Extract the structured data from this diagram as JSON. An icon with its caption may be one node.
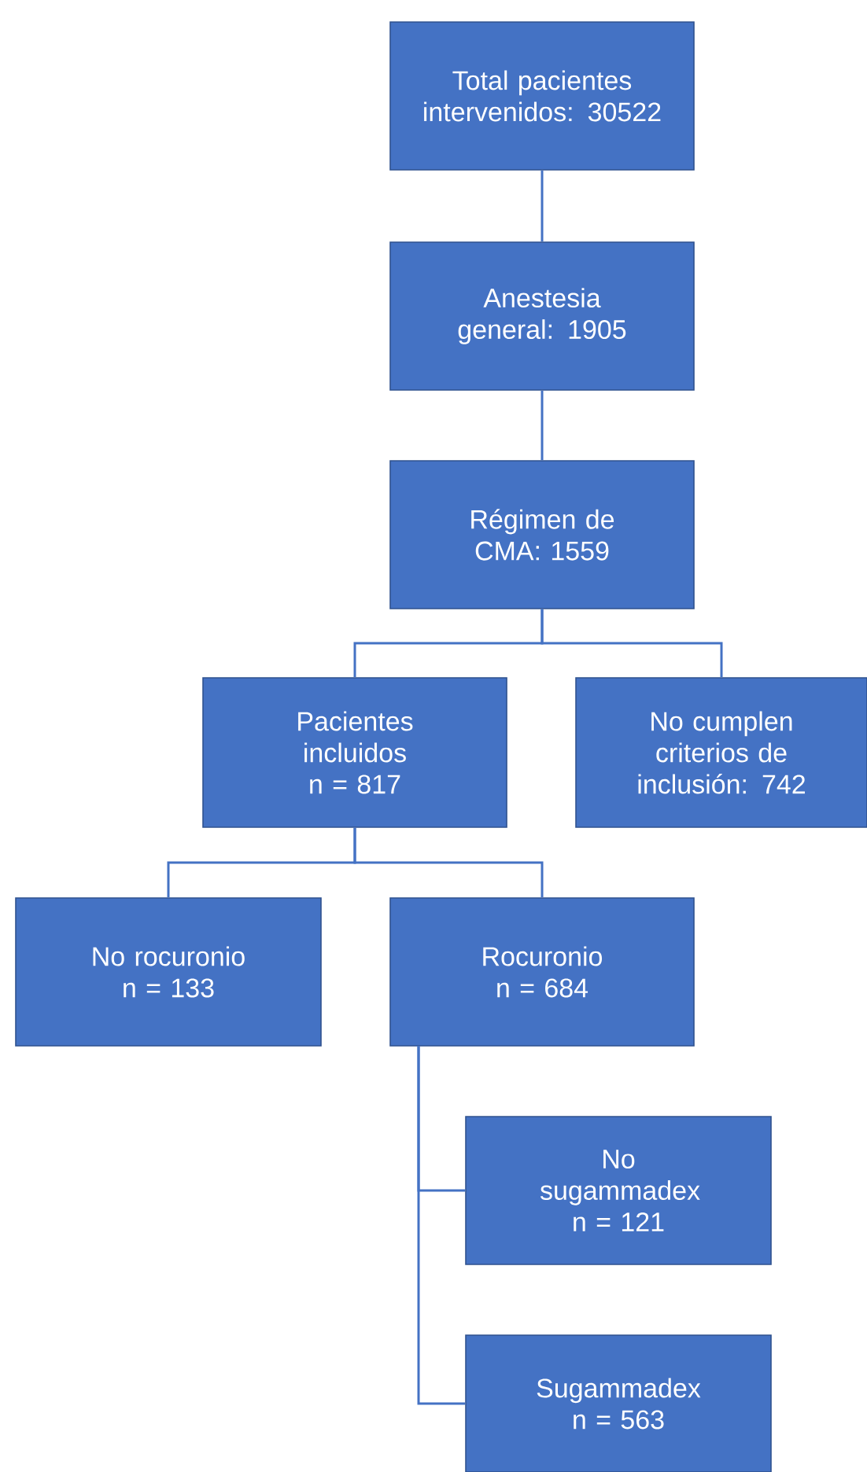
{
  "diagram": {
    "nodes": [
      {
        "text": [
          "Total pacientes intervenidos: 30522"
        ]
      },
      {
        "text": [
          "Anestesia general: 1905"
        ]
      },
      {
        "text": [
          "Régimen de CMA: 1559"
        ]
      },
      {
        "text": [
          "Pacientes incluidos",
          "n = 817"
        ]
      },
      {
        "text": [
          "No cumplen criterios de inclusión: 742"
        ]
      },
      {
        "text": [
          "No rocuronio",
          "n = 133"
        ]
      },
      {
        "text": [
          "Rocuronio",
          "n = 684"
        ]
      },
      {
        "text": [
          "No sugammadex",
          "n = 121"
        ]
      },
      {
        "text": [
          "Sugammadex",
          "n = 563"
        ]
      }
    ],
    "edges": [
      {
        "from": 0,
        "to": 1,
        "arrow": "none"
      },
      {
        "from": 1,
        "to": 2,
        "arrow": "none"
      },
      {
        "from": 2,
        "to": 3,
        "arrow": "none"
      },
      {
        "from": 2,
        "to": 4,
        "arrow": "none"
      },
      {
        "from": 3,
        "to": 5,
        "arrow": "none"
      },
      {
        "from": 3,
        "to": 6,
        "arrow": "none"
      },
      {
        "from": 6,
        "to": 7,
        "arrow": "none"
      },
      {
        "from": 6,
        "to": 8,
        "arrow": "none"
      }
    ]
  }
}
